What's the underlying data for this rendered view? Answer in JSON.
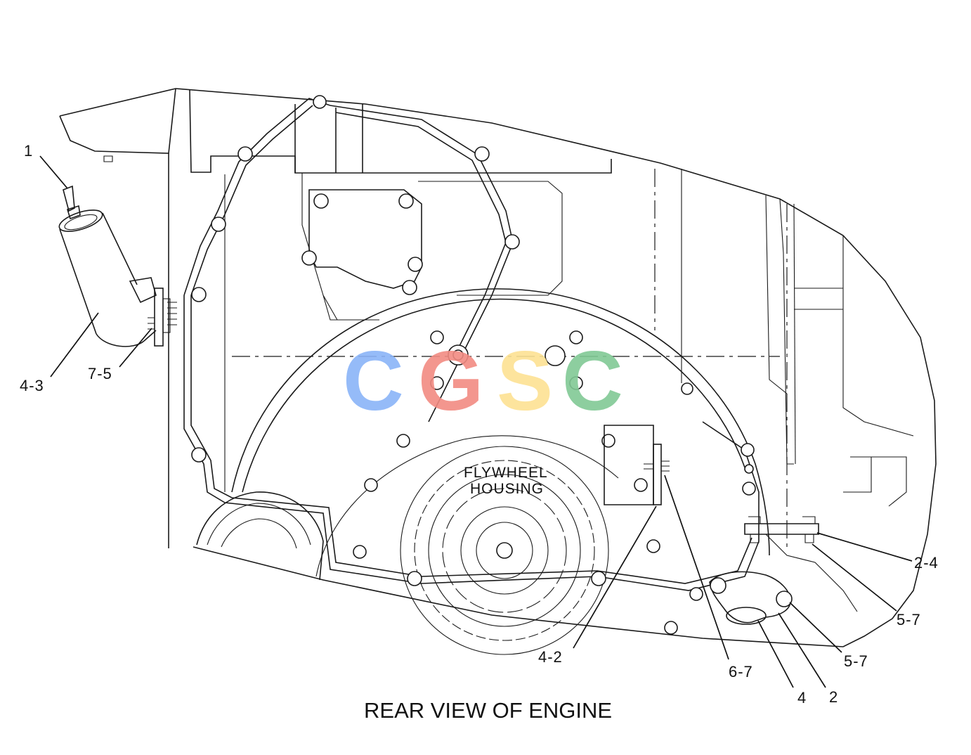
{
  "diagram": {
    "title": "REAR VIEW OF ENGINE",
    "inner_label_line1": "FLYWHEEL",
    "inner_label_line2": "HOUSING",
    "callouts": {
      "c1": "1",
      "c4_3": "4-3",
      "c7_5": "7-5",
      "c4_2": "4-2",
      "c6_7": "6-7",
      "c4": "4",
      "c2": "2",
      "c5_7a": "5-7",
      "c5_7b": "5-7",
      "c2_4": "2-4"
    }
  },
  "watermark": {
    "letters": [
      "C",
      "G",
      "S",
      "C"
    ],
    "colors": [
      "#8ab4f8",
      "#f28b82",
      "#fde293",
      "#81c995"
    ]
  }
}
